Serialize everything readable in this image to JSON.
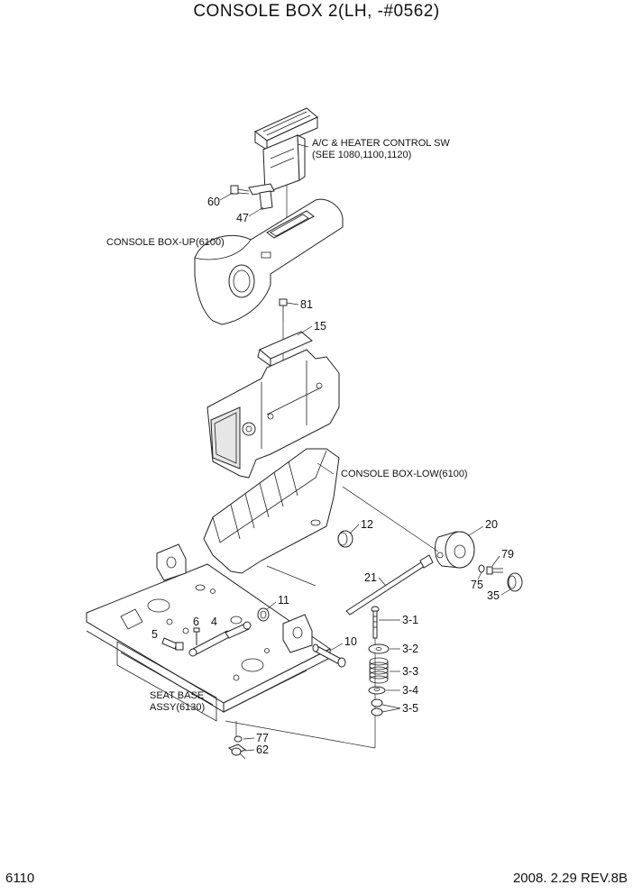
{
  "title": "CONSOLE BOX 2(LH, -#0562)",
  "footer": {
    "page_number": "6110",
    "revision": "2008. 2.29 REV.8B"
  },
  "labels": {
    "ac_heater_line1": "A/C & HEATER CONTROL SW",
    "ac_heater_line2": "(SEE 1080,1100,1120)",
    "console_up": "CONSOLE BOX-UP(6100)",
    "console_low": "CONSOLE BOX-LOW(6100)",
    "seat_base_line1": "SEAT BASE",
    "seat_base_line2": "ASSY(6130)"
  },
  "callouts": {
    "p60": "60",
    "p47": "47",
    "p81": "81",
    "p15": "15",
    "p12": "12",
    "p20": "20",
    "p79": "79",
    "p75": "75",
    "p35": "35",
    "p21": "21",
    "p11": "11",
    "p6": "6",
    "p4": "4",
    "p5": "5",
    "p10": "10",
    "p3_1": "3-1",
    "p3_2": "3-2",
    "p3_3": "3-3",
    "p3_4": "3-4",
    "p3_5": "3-5",
    "p77": "77",
    "p62": "62"
  }
}
